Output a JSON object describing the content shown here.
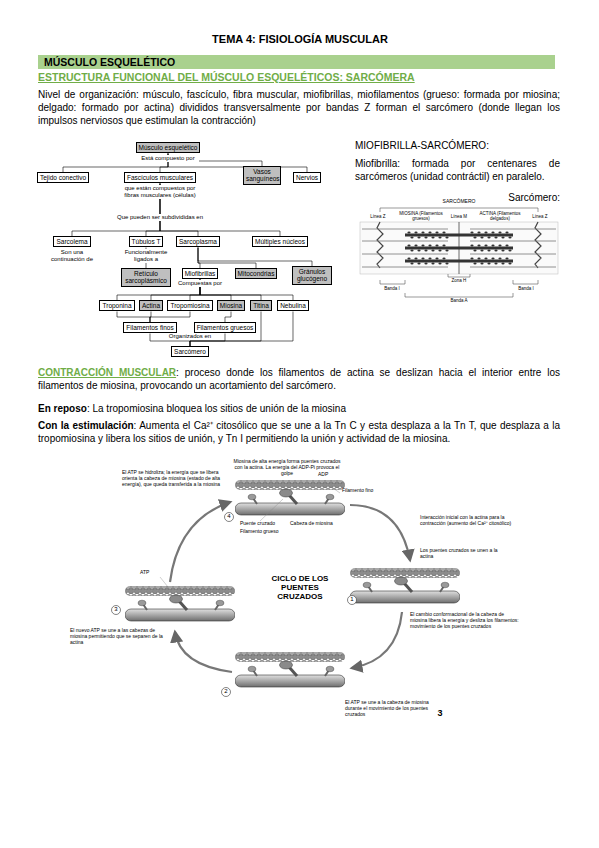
{
  "diagram": {
    "title": "TEMA 4: FISIOLOGÍA MUSCULAR",
    "nodes": [
      {
        "text": [
          "MÚSCULO ESQUELÉTICO"
        ]
      },
      {
        "text": [
          "Músculo esquelético"
        ]
      },
      {
        "text": [
          "Tejido conectivo"
        ]
      },
      {
        "text": [
          "Fascículos musculares"
        ]
      },
      {
        "text": [
          "Vasos sanguíneos"
        ]
      },
      {
        "text": [
          "Nervios"
        ]
      },
      {
        "text": [
          "Sarcolema"
        ]
      },
      {
        "text": [
          "Túbulos T"
        ]
      },
      {
        "text": [
          "Sarcoplasma"
        ]
      },
      {
        "text": [
          "Múltiples núcleos"
        ]
      },
      {
        "text": [
          "Retículo sarcoplásmico"
        ]
      },
      {
        "text": [
          "Miofibrillas"
        ]
      },
      {
        "text": [
          "Mitocondrias"
        ]
      },
      {
        "text": [
          "Gránulos glucógeno"
        ]
      },
      {
        "text": [
          "Troponina"
        ]
      },
      {
        "text": [
          "Actina"
        ]
      },
      {
        "text": [
          "Tropomiosina"
        ]
      },
      {
        "text": [
          "Miosina"
        ]
      },
      {
        "text": [
          "Titina"
        ]
      },
      {
        "text": [
          "Nebulina"
        ]
      },
      {
        "text": [
          "Filamentos finos"
        ]
      },
      {
        "text": [
          "Filamentos gruesos"
        ]
      },
      {
        "text": [
          "Sarcómero"
        ]
      }
    ],
    "edges": [
      {
        "from": 1,
        "to": 2,
        "arrow": "none"
      },
      {
        "from": 1,
        "to": 3,
        "arrow": "none"
      },
      {
        "from": 1,
        "to": 4,
        "arrow": "none"
      },
      {
        "from": 1,
        "to": 5,
        "arrow": "none"
      },
      {
        "from": 3,
        "to": 6,
        "arrow": "none"
      },
      {
        "from": 3,
        "to": 7,
        "arrow": "none"
      },
      {
        "from": 3,
        "to": 8,
        "arrow": "none"
      },
      {
        "from": 3,
        "to": 9,
        "arrow": "none"
      },
      {
        "from": 7,
        "to": 10,
        "arrow": "none"
      },
      {
        "from": 8,
        "to": 11,
        "arrow": "none"
      },
      {
        "from": 8,
        "to": 12,
        "arrow": "none"
      },
      {
        "from": 8,
        "to": 13,
        "arrow": "none"
      },
      {
        "from": 11,
        "to": 14,
        "arrow": "none"
      },
      {
        "from": 11,
        "to": 15,
        "arrow": "none"
      },
      {
        "from": 11,
        "to": 16,
        "arrow": "none"
      },
      {
        "from": 11,
        "to": 17,
        "arrow": "none"
      },
      {
        "from": 11,
        "to": 18,
        "arrow": "none"
      },
      {
        "from": 11,
        "to": 19,
        "arrow": "none"
      },
      {
        "from": 14,
        "to": 20,
        "arrow": "none"
      },
      {
        "from": 15,
        "to": 20,
        "arrow": "none"
      },
      {
        "from": 16,
        "to": 20,
        "arrow": "none"
      },
      {
        "from": 17,
        "to": 21,
        "arrow": "none"
      },
      {
        "from": 20,
        "to": 22,
        "arrow": "none"
      },
      {
        "from": 21,
        "to": 22,
        "arrow": "none"
      },
      {
        "from": 18,
        "to": 22,
        "arrow": "none"
      },
      {
        "from": 19,
        "to": 22,
        "arrow": "none"
      }
    ],
    "labels": [
      "ESTRUCTURA FUNCIONAL DEL MÚSCULO ESQUELÉTICOS: SARCÓMERA",
      "Nivel de organización: músculo, fascículo, fibra muscular, miofibrillas, miofilamentos (grueso: formada por miosina; delgado: formado por actina) divididos transversalmente por bandas Z forman el sarcómero (donde llegan los impulsos nerviosos que estimulan la contracción)",
      "Está compuesto por",
      "que están compuestos por fibras musculares (células)",
      "Que pueden ser subdivididas en",
      "Son una continuación de",
      "Funcionalmente ligados a",
      "Compuestas por",
      "Organizados en",
      "MIOFIBRILLA-SARCÓMERO:",
      "Miofibrilla: formada por centenares de sarcómeros (unidad contráctil) en paralelo.",
      "Sarcómero:",
      "SARCÓMERO",
      "Línea Z",
      "MIOSINA (Filamentos gruesos)",
      "Línea M",
      "ACTINA (Filamentos delgados)",
      "Línea Z",
      "Zona H",
      "Banda I",
      "Banda A",
      "Banda I",
      "CONTRACCIÓN MUSCULAR",
      ": proceso donde los filamentos de actina se deslizan hacia el interior entre los filamentos de miosina, provocando un acortamiento del sarcómero.",
      "En reposo",
      ": La tropomiosina bloquea los sitios de unión de la miosina",
      "Con la estimulación",
      ": Aumenta el Ca²⁺ citosólico que se une a la Tn C y esta desplaza a la Tn T, que desplaza a la tropomiosina y libera los sitios de unión, y Tn I permitiendo la unión y actividad de la miosina.",
      "Miosina de alta energía forma puentes cruzados con la actina. La energía del ADP-Pi provoca el golpe",
      "Filamento fino",
      "ADP",
      "Puente cruzado",
      "Cabeza de miosina",
      "Filamento grueso",
      "El ATP se hidroliza; la energía que se libera orienta la cabeza de miosina (estado de alta energía), que queda transferida a la miosina",
      "Interacción inicial con la actina para la contracción (aumento del Ca²⁺ citosólico)",
      "Los puentes cruzados se unen a la actina",
      "ATP",
      "CICLO DE LOS PUENTES CRUZADOS",
      "El nuevo ATP se une a las cabezas de miosina permitiendo que se separen de la actina",
      "El cambio conformacional de la cabeza de miosina libera la energía y desliza los filamentos: movimiento de los puentes cruzados",
      "El ATP se une a la cabeza de miosina durante el movimiento de los puentes cruzados",
      "4",
      "1",
      "2",
      "3",
      "3"
    ]
  }
}
